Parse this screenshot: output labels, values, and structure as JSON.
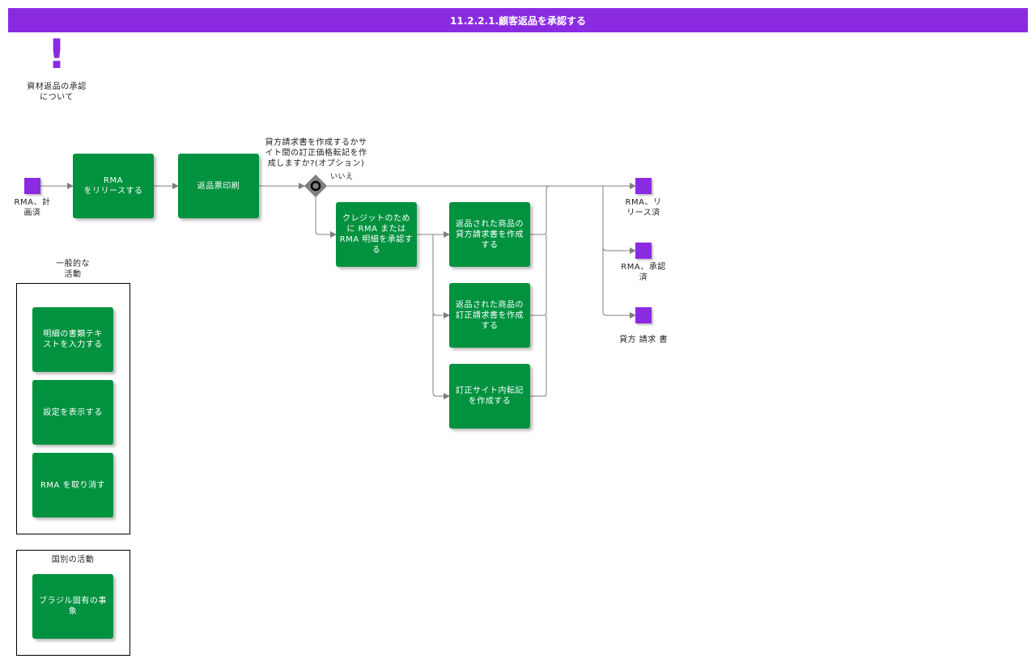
{
  "title": "11.2.2.1.顧客返品を承認する",
  "note": {
    "line1": "資材返品の承認",
    "line2": "について"
  },
  "events": {
    "start": {
      "line1": "RMA、計",
      "line2": "画済"
    },
    "end_released": {
      "line1": "RMA、リ",
      "line2": "リース済"
    },
    "end_approved": {
      "line1": "RMA、承認",
      "line2": "済"
    },
    "end_credit": {
      "line1": "貸方 請求 書"
    }
  },
  "tasks": {
    "release_rma": {
      "line1": "RMA",
      "line2": "をリリースする"
    },
    "print_return_slip": {
      "line1": "返品票印刷"
    },
    "approve_rma_lines": {
      "line1": "クレジットのため",
      "line2": "に RMA または",
      "line3": "RMA 明細を承認す",
      "line4": "る"
    },
    "create_credit_memo": {
      "line1": "返品された商品の",
      "line2": "貸方請求書を作成",
      "line3": "する"
    },
    "create_correction_invoice": {
      "line1": "返品された商品の",
      "line2": "訂正請求書を作成",
      "line3": "する"
    },
    "create_correction_transfer": {
      "line1": "訂正サイト内転記",
      "line2": "を作成する"
    }
  },
  "gateway": {
    "question_line1": "貸方請求書を作成するかサ",
    "question_line2": "イト間の訂正価格転記を作",
    "question_line3": "成しますか?(オプション)",
    "no_label": "いいえ"
  },
  "general_activities": {
    "title_line1": "一般的な",
    "title_line2": "活動",
    "items": [
      {
        "line1": "明細の書類テキ",
        "line2": "ストを入力する"
      },
      {
        "line1": "設定を表示する"
      },
      {
        "line1": "RMA を取り消す"
      }
    ]
  },
  "country_activities": {
    "title": "国別の活動",
    "items": [
      {
        "line1": "ブラジル固有の事",
        "line2": "象"
      }
    ]
  },
  "colors": {
    "title_bar": "#8a2be2",
    "task": "#00923f",
    "event": "#8a2be2",
    "connector": "#808080"
  }
}
